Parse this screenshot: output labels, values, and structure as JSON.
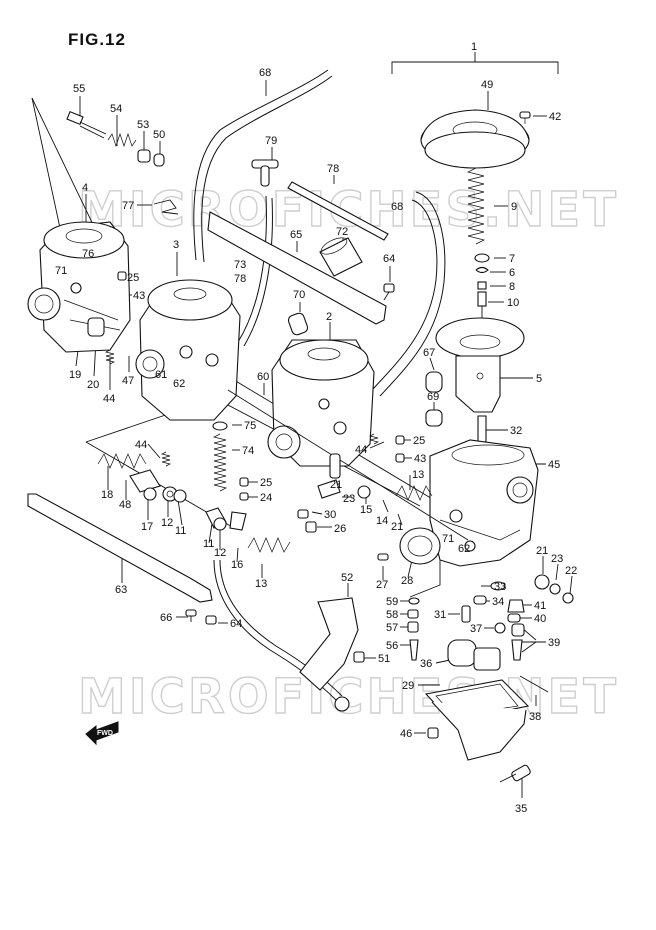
{
  "figure": {
    "title": "FIG.12",
    "watermark": "MICROFICHES.NET",
    "fwd_label": "FWD"
  },
  "callouts": [
    {
      "id": "c1",
      "label": "1"
    },
    {
      "id": "c49",
      "label": "49"
    },
    {
      "id": "c42",
      "label": "42"
    },
    {
      "id": "c9",
      "label": "9"
    },
    {
      "id": "c68b",
      "label": "68"
    },
    {
      "id": "c7",
      "label": "7"
    },
    {
      "id": "c6",
      "label": "6"
    },
    {
      "id": "c8",
      "label": "8"
    },
    {
      "id": "c10",
      "label": "10"
    },
    {
      "id": "c5",
      "label": "5"
    },
    {
      "id": "c32",
      "label": "32"
    },
    {
      "id": "c45",
      "label": "45"
    },
    {
      "id": "c55",
      "label": "55"
    },
    {
      "id": "c54",
      "label": "54"
    },
    {
      "id": "c53",
      "label": "53"
    },
    {
      "id": "c50",
      "label": "50"
    },
    {
      "id": "c68a",
      "label": "68"
    },
    {
      "id": "c79",
      "label": "79"
    },
    {
      "id": "c78a",
      "label": "78"
    },
    {
      "id": "c77",
      "label": "77"
    },
    {
      "id": "c4",
      "label": "4"
    },
    {
      "id": "c3",
      "label": "3"
    },
    {
      "id": "c65",
      "label": "65"
    },
    {
      "id": "c72",
      "label": "72"
    },
    {
      "id": "c73",
      "label": "73"
    },
    {
      "id": "c78b",
      "label": "78"
    },
    {
      "id": "c64a",
      "label": "64"
    },
    {
      "id": "c76",
      "label": "76"
    },
    {
      "id": "c71a",
      "label": "71"
    },
    {
      "id": "c25a",
      "label": "25"
    },
    {
      "id": "c43a",
      "label": "43"
    },
    {
      "id": "c70",
      "label": "70"
    },
    {
      "id": "c2",
      "label": "2"
    },
    {
      "id": "c47",
      "label": "47"
    },
    {
      "id": "c61",
      "label": "61"
    },
    {
      "id": "c62a",
      "label": "62"
    },
    {
      "id": "c19",
      "label": "19"
    },
    {
      "id": "c20",
      "label": "20"
    },
    {
      "id": "c44a",
      "label": "44"
    },
    {
      "id": "c60",
      "label": "60"
    },
    {
      "id": "c67",
      "label": "67"
    },
    {
      "id": "c69",
      "label": "69"
    },
    {
      "id": "c75",
      "label": "75"
    },
    {
      "id": "c74",
      "label": "74"
    },
    {
      "id": "c44b",
      "label": "44"
    },
    {
      "id": "c44c",
      "label": "44"
    },
    {
      "id": "c25b",
      "label": "25"
    },
    {
      "id": "c43b",
      "label": "43"
    },
    {
      "id": "c13a",
      "label": "13"
    },
    {
      "id": "c25c",
      "label": "25"
    },
    {
      "id": "c24",
      "label": "24"
    },
    {
      "id": "c21a",
      "label": "21"
    },
    {
      "id": "c23a",
      "label": "23"
    },
    {
      "id": "c15",
      "label": "15"
    },
    {
      "id": "c14",
      "label": "14"
    },
    {
      "id": "c21b",
      "label": "21"
    },
    {
      "id": "c18",
      "label": "18"
    },
    {
      "id": "c48",
      "label": "48"
    },
    {
      "id": "c17",
      "label": "17"
    },
    {
      "id": "c12a",
      "label": "12"
    },
    {
      "id": "c11a",
      "label": "11"
    },
    {
      "id": "c30",
      "label": "30"
    },
    {
      "id": "c26",
      "label": "26"
    },
    {
      "id": "c71b",
      "label": "71"
    },
    {
      "id": "c62b",
      "label": "62"
    },
    {
      "id": "c11b",
      "label": "11"
    },
    {
      "id": "c12b",
      "label": "12"
    },
    {
      "id": "c16",
      "label": "16"
    },
    {
      "id": "c13b",
      "label": "13"
    },
    {
      "id": "c63",
      "label": "63"
    },
    {
      "id": "c28",
      "label": "28"
    },
    {
      "id": "c27",
      "label": "27"
    },
    {
      "id": "c21c",
      "label": "21"
    },
    {
      "id": "c23b",
      "label": "23"
    },
    {
      "id": "c22",
      "label": "22"
    },
    {
      "id": "c52",
      "label": "52"
    },
    {
      "id": "c33",
      "label": "33"
    },
    {
      "id": "c59",
      "label": "59"
    },
    {
      "id": "c34",
      "label": "34"
    },
    {
      "id": "c41",
      "label": "41"
    },
    {
      "id": "c58",
      "label": "58"
    },
    {
      "id": "c31",
      "label": "31"
    },
    {
      "id": "c40",
      "label": "40"
    },
    {
      "id": "c57",
      "label": "57"
    },
    {
      "id": "c37",
      "label": "37"
    },
    {
      "id": "c39",
      "label": "39"
    },
    {
      "id": "c66",
      "label": "66"
    },
    {
      "id": "c64b",
      "label": "64"
    },
    {
      "id": "c56",
      "label": "56"
    },
    {
      "id": "c51",
      "label": "51"
    },
    {
      "id": "c36",
      "label": "36"
    },
    {
      "id": "c29",
      "label": "29"
    },
    {
      "id": "c38",
      "label": "38"
    },
    {
      "id": "c46",
      "label": "46"
    },
    {
      "id": "c35",
      "label": "35"
    }
  ]
}
